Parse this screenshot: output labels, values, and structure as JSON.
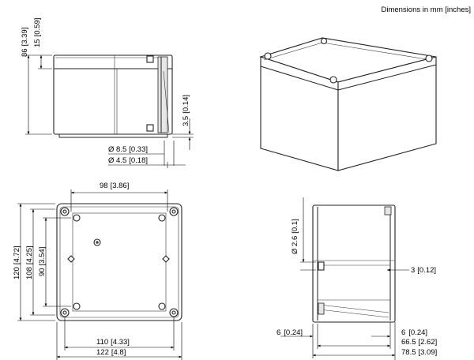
{
  "header": {
    "units_note": "Dimensions in mm [inches]"
  },
  "dims": {
    "side_height_mm": "86",
    "side_height_in": "[3.39]",
    "lid_height_mm": "15",
    "lid_height_in": "[0.59]",
    "foot_mm": "3.5",
    "foot_in": "[0.14]",
    "hole_a_mm": "8.5",
    "hole_a_in": "[0.33]",
    "hole_b_mm": "4.5",
    "hole_b_in": "[0.18]",
    "width_inner_mm": "98",
    "width_inner_in": "[3.86]",
    "h120_mm": "120",
    "h120_in": "[4.72]",
    "h108_mm": "108",
    "h108_in": "[4.25]",
    "h90_mm": "90",
    "h90_in": "[3.54]",
    "w110_mm": "110",
    "w110_in": "[4.33]",
    "w122_mm": "122",
    "w122_in": "[4.8]",
    "dia26_mm": "2.6",
    "dia26_in": "[0.1]",
    "wall3_mm": "3",
    "wall3_in": "[0.12]",
    "left6_mm": "6",
    "left6_in": "[0.24]",
    "right6_mm": "6",
    "right6_in": "[0.24]",
    "w665_mm": "66.5",
    "w665_in": "[2.62]",
    "w785_mm": "78.5",
    "w785_in": "[3.09]"
  }
}
